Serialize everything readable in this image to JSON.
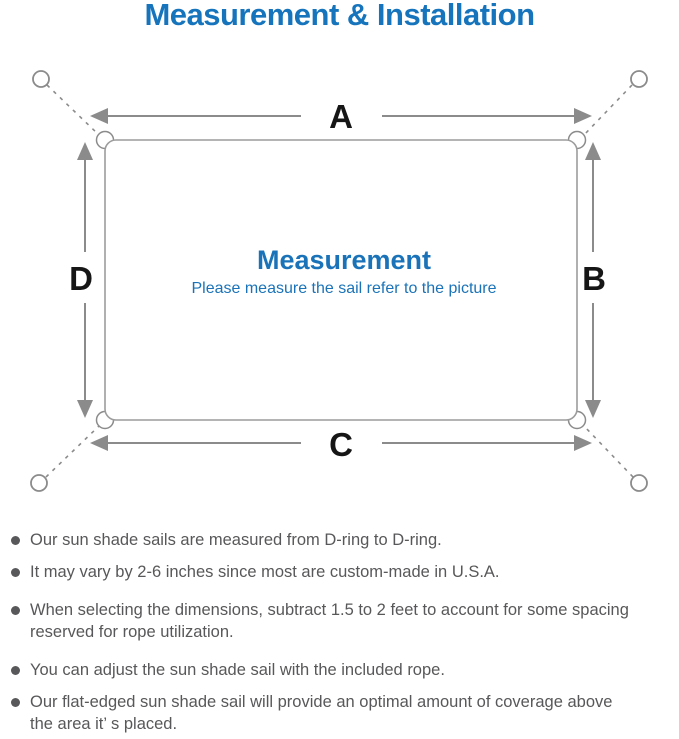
{
  "title": "Measurement & Installation",
  "colors": {
    "accent_blue": "#1674bc",
    "center_blue": "#1a73b8",
    "line_gray": "#8b8b8b",
    "text_gray": "#58585a",
    "label_black": "#161616"
  },
  "diagram": {
    "center_title": "Measurement",
    "center_subtitle": "Please measure the sail refer to the picture",
    "labels": {
      "top": "A",
      "right": "B",
      "bottom": "C",
      "left": "D"
    }
  },
  "notes": {
    "items": [
      {
        "lines": [
          "Our sun shade sails are measured from D-ring to D-ring."
        ]
      },
      {
        "lines": [
          "It may vary by 2-6 inches since most are custom-made in U.S.A."
        ]
      },
      {
        "lines": [
          "When selecting the dimensions, subtract 1.5 to 2 feet to account for some spacing",
          "reserved for rope utilization."
        ]
      },
      {
        "lines": [
          "You can adjust the sun shade sail with the included rope."
        ]
      },
      {
        "lines": [
          "Our flat-edged sun shade sail will provide an optimal amount of coverage above",
          "the area it’ s placed."
        ]
      }
    ]
  }
}
